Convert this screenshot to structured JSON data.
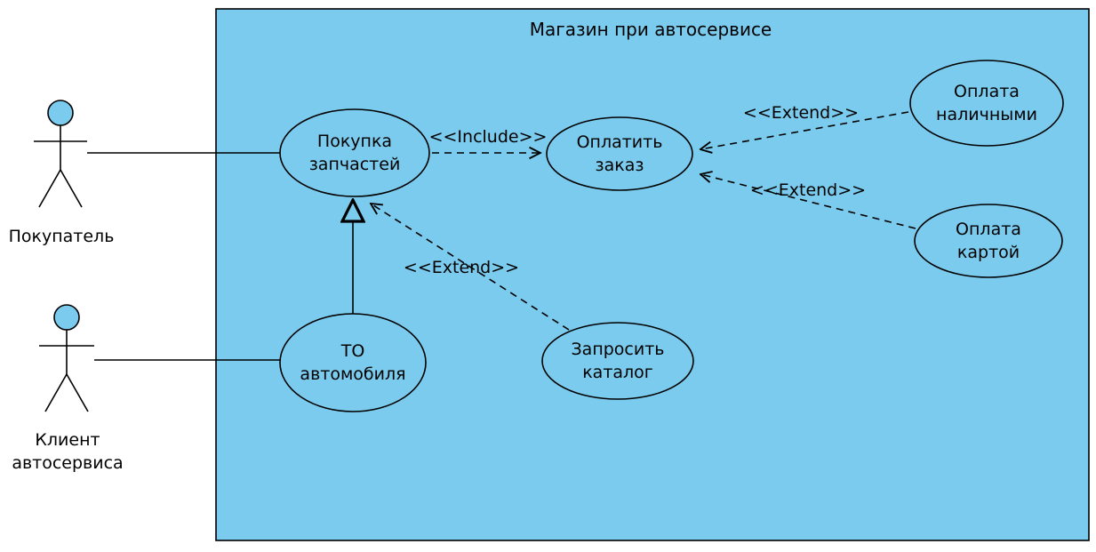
{
  "boundary": {
    "title": "Магазин при автосервисе"
  },
  "actors": {
    "buyer": {
      "label": "Покупатель"
    },
    "client": {
      "line1": "Клиент",
      "line2": "автосервиса"
    }
  },
  "use_cases": {
    "buy_parts": {
      "line1": "Покупка",
      "line2": "запчастей"
    },
    "pay_order": {
      "line1": "Оплатить",
      "line2": "заказ"
    },
    "pay_cash": {
      "line1": "Оплата",
      "line2": "наличными"
    },
    "pay_card": {
      "line1": "Оплата",
      "line2": "картой"
    },
    "car_service": {
      "line1": "ТО",
      "line2": "автомобиля"
    },
    "request_catalog": {
      "line1": "Запросить",
      "line2": "каталог"
    }
  },
  "relations": {
    "include_label": "<<Include>>",
    "extend_cash_label": "<<Extend>>",
    "extend_card_label": "<<Extend>>",
    "extend_catalog_label": "<<Extend>>"
  },
  "colors": {
    "node-fill": "#7BCBEE",
    "line": "#000000"
  }
}
